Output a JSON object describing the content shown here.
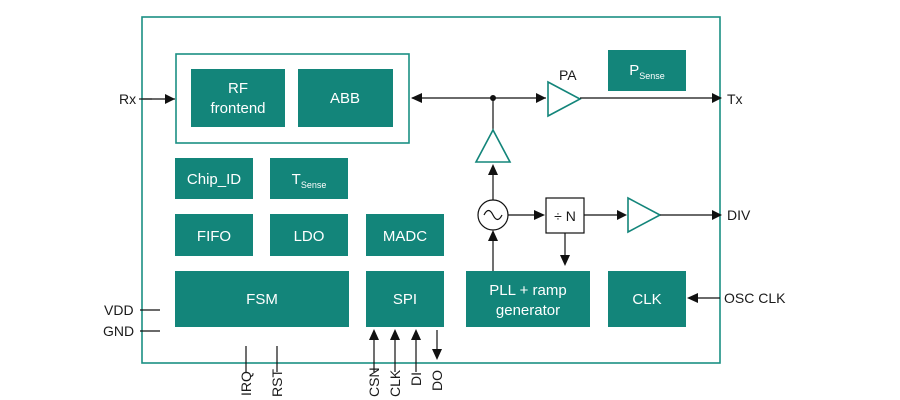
{
  "colors": {
    "block": "#13857a",
    "frame": "#1b8f84",
    "line": "#111111",
    "text_on_block": "#ffffff"
  },
  "blocks": {
    "rf_frontend": [
      "RF",
      "frontend"
    ],
    "abb": "ABB",
    "chip_id": "Chip_ID",
    "t_sense": {
      "main": "T",
      "sub": "Sense"
    },
    "p_sense": {
      "main": "P",
      "sub": "Sense"
    },
    "fifo": "FIFO",
    "ldo": "LDO",
    "madc": "MADC",
    "fsm": "FSM",
    "spi": "SPI",
    "pll": [
      "PLL + ramp",
      "generator"
    ],
    "clk": "CLK"
  },
  "symbols": {
    "pa": "PA",
    "divider": "÷ N"
  },
  "pins": {
    "rx": "Rx",
    "tx": "Tx",
    "div": "DIV",
    "osc_clk": "OSC CLK",
    "vdd": "VDD",
    "gnd": "GND",
    "irq": "IRQ",
    "rst": "RST",
    "csn": "CSN",
    "clk": "CLK",
    "di": "DI",
    "do": "DO"
  }
}
